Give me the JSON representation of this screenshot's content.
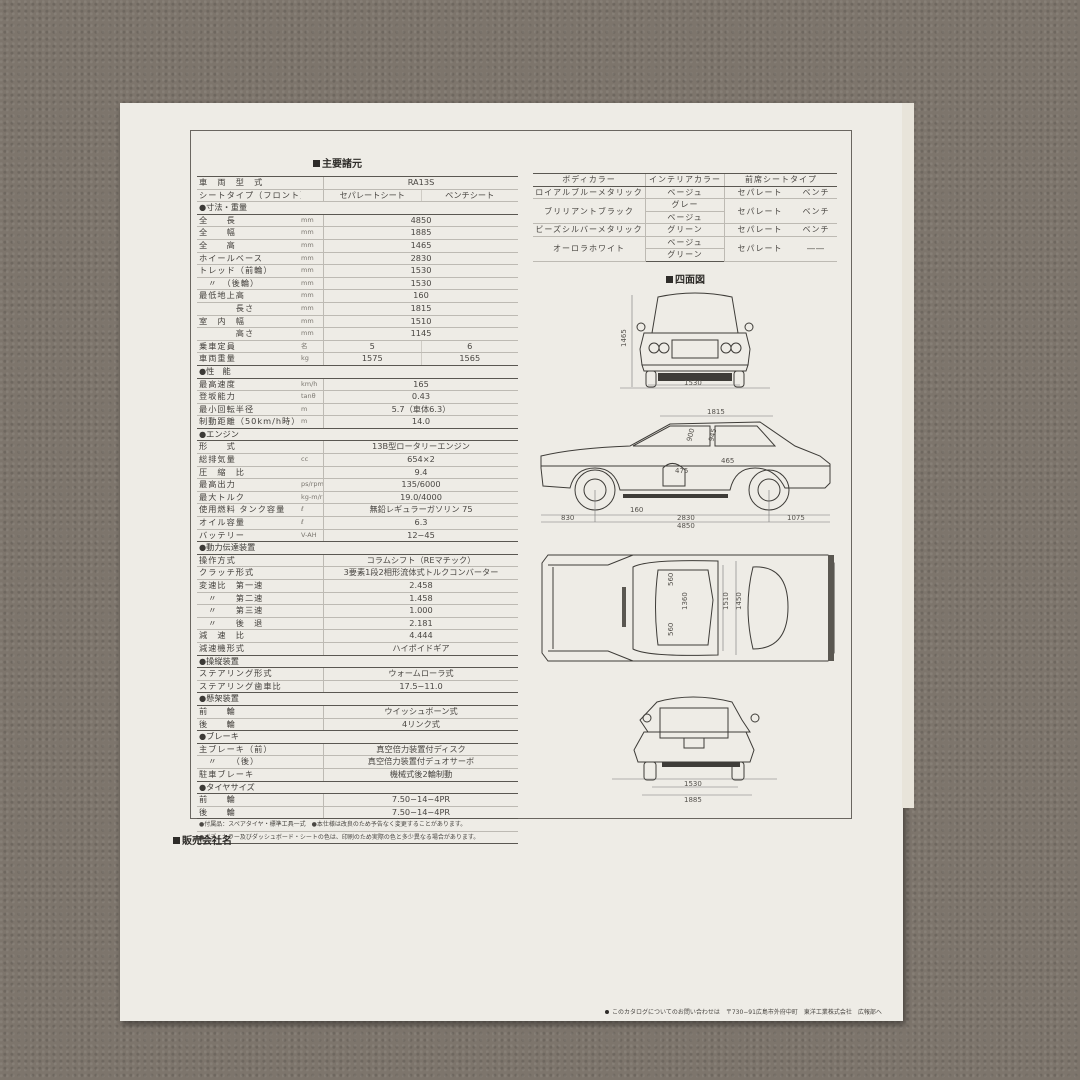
{
  "page": {
    "specs_title": "主要諸元",
    "views_title": "四面図",
    "dealer_label": "販売会社名",
    "footer_text": "このカタログについてのお問い合わせは　〒730−91広島市外府中町　東洋工業株式会社　広報部へ"
  },
  "spec_table": {
    "model_label": "車　両　型　式",
    "model_value": "RA13S",
    "seat_label": "シートタイプ（フロント）",
    "seat_types": [
      "セパレートシート",
      "ベンチシート"
    ],
    "sections": [
      {
        "title": "●寸法・重量",
        "rows": [
          {
            "label": "全　　長",
            "unit": "mm",
            "value": "4850"
          },
          {
            "label": "全　　幅",
            "unit": "mm",
            "value": "1885"
          },
          {
            "label": "全　　高",
            "unit": "mm",
            "value": "1465"
          },
          {
            "label": "ホイールベース",
            "unit": "mm",
            "value": "2830"
          },
          {
            "label": "トレッド（前輪）",
            "unit": "mm",
            "value": "1530"
          },
          {
            "label": "　〃　（後輪）",
            "unit": "mm",
            "value": "1530"
          },
          {
            "label": "最低地上高",
            "unit": "mm",
            "value": "160"
          },
          {
            "label": "　　　　長さ",
            "unit": "mm",
            "value": "1815"
          },
          {
            "label": "室　内　幅",
            "unit": "mm",
            "value": "1510"
          },
          {
            "label": "　　　　高さ",
            "unit": "mm",
            "value": "1145"
          },
          {
            "label": "乗車定員",
            "unit": "名",
            "values": [
              "5",
              "6"
            ]
          },
          {
            "label": "車両重量",
            "unit": "kg",
            "values": [
              "1575",
              "1565"
            ]
          }
        ]
      },
      {
        "title": "●性　能",
        "rows": [
          {
            "label": "最高速度",
            "unit": "km/h",
            "value": "165"
          },
          {
            "label": "登坂能力",
            "unit": "tanθ",
            "value": "0.43"
          },
          {
            "label": "最小回転半径",
            "unit": "m",
            "value": "5.7（車体6.3）"
          },
          {
            "label": "制動距離（50km/h時）",
            "unit": "m",
            "value": "14.0"
          }
        ]
      },
      {
        "title": "●エンジン",
        "rows": [
          {
            "label": "形　　式",
            "unit": "",
            "value": "13B型ロータリーエンジン"
          },
          {
            "label": "総排気量",
            "unit": "cc",
            "value": "654×2"
          },
          {
            "label": "圧　縮　比",
            "unit": "",
            "value": "9.4"
          },
          {
            "label": "最高出力",
            "unit": "ps/rpm",
            "value": "135/6000"
          },
          {
            "label": "最大トルク",
            "unit": "kg-m/rpm",
            "value": "19.0/4000"
          },
          {
            "label": "使用燃料 タンク容量",
            "unit": "ℓ",
            "value": "無鉛レギュラーガソリン 75"
          },
          {
            "label": "オイル容量",
            "unit": "ℓ",
            "value": "6.3"
          },
          {
            "label": "バッテリー",
            "unit": "V-AH",
            "value": "12−45"
          }
        ]
      },
      {
        "title": "●動力伝達装置",
        "rows": [
          {
            "label": "操作方式",
            "unit": "",
            "value": "コラムシフト（REマチック）"
          },
          {
            "label": "クラッチ形式",
            "unit": "",
            "value": "3要素1段2相形流体式トルクコンバーター"
          },
          {
            "label": "変速比　第一速",
            "unit": "",
            "value": "2.458"
          },
          {
            "label": "　〃　　第二速",
            "unit": "",
            "value": "1.458"
          },
          {
            "label": "　〃　　第三速",
            "unit": "",
            "value": "1.000"
          },
          {
            "label": "　〃　　後　退",
            "unit": "",
            "value": "2.181"
          },
          {
            "label": "減　速　比",
            "unit": "",
            "value": "4.444"
          },
          {
            "label": "減速機形式",
            "unit": "",
            "value": "ハイポイドギア"
          }
        ]
      },
      {
        "title": "●操縦装置",
        "rows": [
          {
            "label": "ステアリング形式",
            "unit": "",
            "value": "ウォームローラ式"
          },
          {
            "label": "ステアリング歯車比",
            "unit": "",
            "value": "17.5−11.0"
          }
        ]
      },
      {
        "title": "●懸架装置",
        "rows": [
          {
            "label": "前　　輪",
            "unit": "",
            "value": "ウイッシュボーン式"
          },
          {
            "label": "後　　輪",
            "unit": "",
            "value": "4リンク式"
          }
        ]
      },
      {
        "title": "●ブレーキ",
        "rows": [
          {
            "label": "主ブレーキ（前）",
            "unit": "",
            "value": "真空倍力装置付ディスク"
          },
          {
            "label": "　〃　　（後）",
            "unit": "",
            "value": "真空倍力装置付デュオサーボ"
          },
          {
            "label": "駐車ブレーキ",
            "unit": "",
            "value": "機械式後2輪制動"
          }
        ]
      },
      {
        "title": "●タイヤサイズ",
        "rows": [
          {
            "label": "前　　輪",
            "unit": "",
            "value": "7.50−14−4PR"
          },
          {
            "label": "後　　輪",
            "unit": "",
            "value": "7.50−14−4PR"
          }
        ]
      }
    ],
    "notes": [
      "●付属品：スペアタイヤ・標準工具一式　●本仕様は改良のため予告なく変更することがあります。",
      "●ボディカラー及びダッシュボード・シートの色は、印刷のため実際の色と多少異なる場合があります。"
    ]
  },
  "color_table": {
    "headers": [
      "ボディカラー",
      "インテリアカラー",
      "前席シートタイプ"
    ],
    "rows": [
      {
        "body": "ロイアルブルーメタリック",
        "interior": [
          "ベージュ"
        ],
        "separate": "セパレート",
        "bench": "ベンチ"
      },
      {
        "body": "ブリリアントブラック",
        "interior": [
          "グレー",
          "ベージュ"
        ],
        "separate": "セパレート",
        "bench": "ベンチ"
      },
      {
        "body": "ビーズシルバーメタリック",
        "interior": [
          "グリーン"
        ],
        "separate": "セパレート",
        "bench": "ベンチ"
      },
      {
        "body": "オーロラホワイト",
        "interior": [
          "ベージュ",
          "グリーン"
        ],
        "separate": "セパレート",
        "bench": "――"
      }
    ]
  },
  "drawings": {
    "front": {
      "height": "1465",
      "tread": "1530"
    },
    "side": {
      "interior_length": "1815",
      "d900": "900",
      "d945": "945",
      "d465": "465",
      "d475": "475",
      "ground": "160",
      "front_overhang": "830",
      "wheelbase": "2830",
      "rear_overhang": "1075",
      "length": "4850"
    },
    "top": {
      "d560a": "560",
      "d560b": "560",
      "d1360": "1360",
      "d1510": "1510",
      "d1450": "1450"
    },
    "rear": {
      "tread": "1530",
      "width": "1885"
    }
  }
}
